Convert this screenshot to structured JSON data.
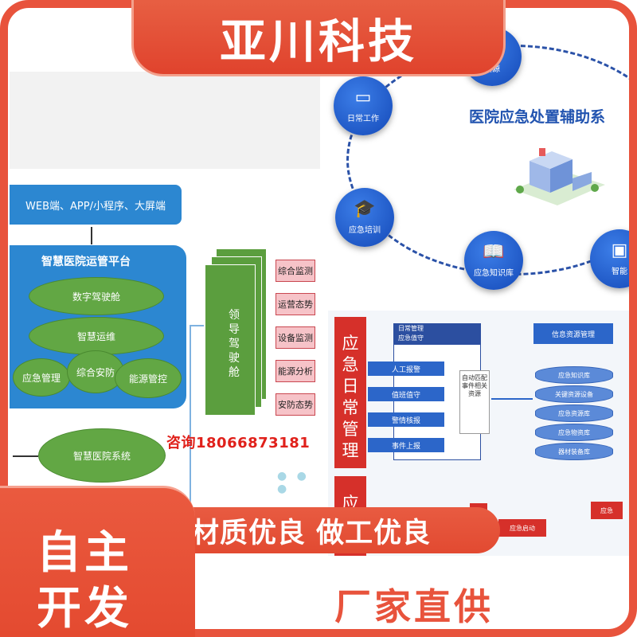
{
  "brand": "亚川科技",
  "left_diagram": {
    "channels": "WEB端、APP/小程序、大屏端",
    "platform_title": "智慧医院运管平台",
    "modules": [
      "数字驾驶舱",
      "智慧运维",
      "应急管理",
      "综合安防",
      "能源管控"
    ],
    "leader_cockpit": "领导驾驶舱",
    "monitors": [
      "综合监测",
      "运营态势",
      "设备监测",
      "能源分析",
      "安防态势"
    ],
    "system": "智慧医院系统",
    "consult": "咨询18066873181"
  },
  "right_diagram": {
    "title": "医院应急处置辅助系",
    "nodes": [
      {
        "label": "资源",
        "icon": "▤"
      },
      {
        "label": "日常工作",
        "icon": "▭"
      },
      {
        "label": "应急培训",
        "icon": "🎓"
      },
      {
        "label": "应急知识库",
        "icon": "📖"
      },
      {
        "label": "智能",
        "icon": "▣"
      }
    ]
  },
  "flow": {
    "side_label": "应急日常管理",
    "side_label2": "应",
    "daily_head": "日常管理\n应急值守",
    "steps": [
      "人工报警",
      "值班值守",
      "警情核报",
      "事件上报"
    ],
    "auto_box": "自动匹配事件相关资源",
    "resource_head": "信息资源管理",
    "databases": [
      "应急知识库",
      "关键资源设备",
      "应急资源库",
      "应急物资库",
      "器材装备库"
    ],
    "lower": [
      "应急",
      "应急启动",
      "应急"
    ]
  },
  "banner": {
    "left_line1": "自主",
    "left_line2": "开发",
    "quality": "材质优良  做工优良",
    "factory": "厂家直供"
  }
}
